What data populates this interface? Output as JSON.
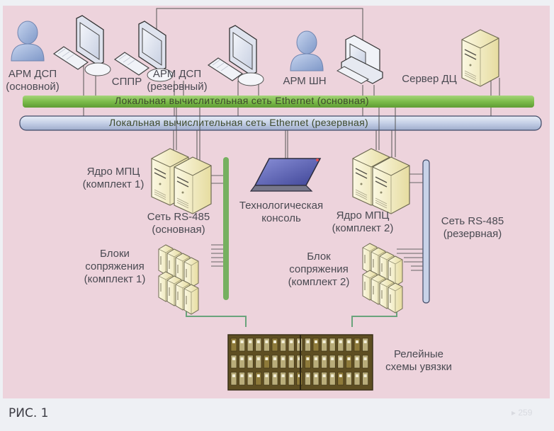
{
  "figure": {
    "caption": "РИС. 1",
    "page_mark": "▸ 259"
  },
  "colors": {
    "background": "#edd3dc",
    "ethernet_main": "#7cbc4a",
    "ethernet_reserve": "#c4cfe6",
    "rs485_main": "#76b060",
    "rs485_reserve": "#c8d2e8",
    "server_fill": "#f4efc8",
    "user_icon": "#9fb4dc"
  },
  "nodes": {
    "arm_dsp_main": {
      "line1": "АРМ ДСП",
      "line2": "(основной)"
    },
    "sppr": {
      "line1": "СППР"
    },
    "arm_dsp_reserve": {
      "line1": "АРМ ДСП",
      "line2": "(резервный)"
    },
    "arm_shn": {
      "line1": "АРМ ШН"
    },
    "server_dc": {
      "line1": "Сервер ДЦ"
    },
    "core_1": {
      "line1": "Ядро МПЦ",
      "line2": "(комплект 1)"
    },
    "core_2": {
      "line1": "Ядро МПЦ",
      "line2": "(комплект 2)"
    },
    "console": {
      "line1": "Технологическая",
      "line2": "консоль"
    },
    "rs485_main": {
      "line1": "Сеть RS-485",
      "line2": "(основная)"
    },
    "rs485_reserve": {
      "line1": "Сеть RS-485",
      "line2": "(резервная)"
    },
    "interface_1": {
      "line1": "Блоки",
      "line2": "сопряжения",
      "line3": "(комплект 1)"
    },
    "interface_2": {
      "line1": "Блок",
      "line2": "сопряжения",
      "line3": "(комплект 2)"
    },
    "relay": {
      "line1": "Релейные",
      "line2": "схемы увязки"
    }
  },
  "buses": {
    "ethernet_main": "Локальная вычислительная сеть Ethernet (основная)",
    "ethernet_reserve": "Локальная вычислительная сеть Ethernet (резервная)"
  }
}
